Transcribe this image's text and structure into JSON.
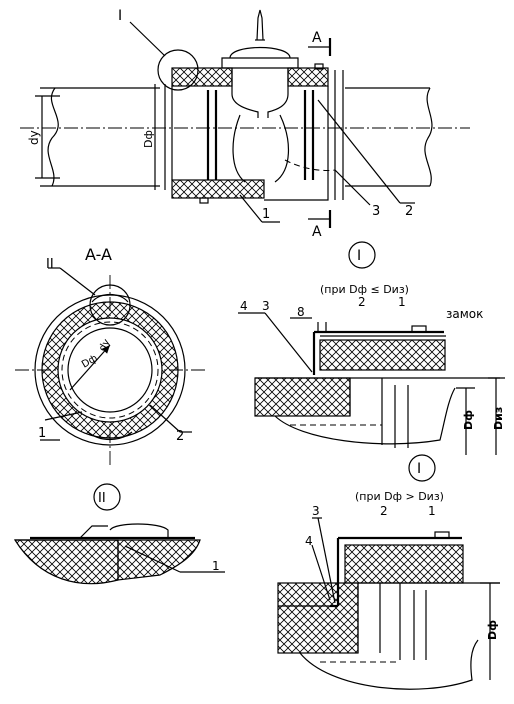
{
  "labels": {
    "mark_I": "I",
    "section_A": "A",
    "du": "dy",
    "df": "Dф",
    "n1": "1",
    "n2": "2",
    "n3": "3",
    "section_title": "A-A",
    "mark_II": "II",
    "n1b": "1",
    "n2b": "2",
    "detail1_mark": "I",
    "detail1_cond": "(при Dф ≤ Dиз)",
    "d1_n4": "4",
    "d1_n3": "3",
    "d1_n8": "8",
    "d1_n2": "2",
    "d1_n1": "1",
    "lock": "замок",
    "d1_df": "Dф",
    "d1_diz": "Dиз",
    "detail2_mark": "II",
    "d2_n1": "1",
    "detail3_mark": "I",
    "detail3_cond": "(при Dф > Dиз)",
    "d3_n3": "3",
    "d3_n2": "2",
    "d3_n1": "1",
    "d3_n4": "4",
    "d3_df": "Dф"
  }
}
